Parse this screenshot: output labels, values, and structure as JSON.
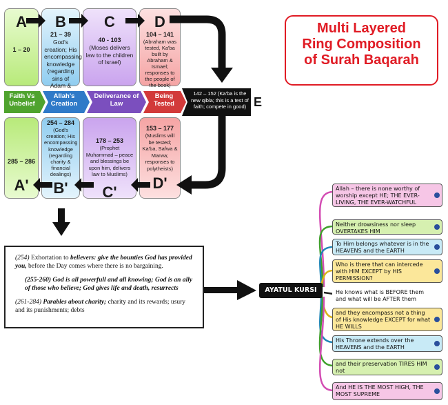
{
  "title": {
    "line1": "Multi Layered",
    "line2": "Ring Composition",
    "line3": "of Surah Baqarah"
  },
  "top": [
    {
      "letter": "A",
      "num": "1 – 20",
      "text": ""
    },
    {
      "letter": "B",
      "num": "21 – 39",
      "text": "God's creation; His encompassing knowledge (regarding sins of Adam & Eve)"
    },
    {
      "letter": "C",
      "num": "40 - 103",
      "text": "(Moses delivers law to the children of Israel)"
    },
    {
      "letter": "D",
      "num": "104 – 141",
      "text": "(Abraham was tested, Ka'ba built by Abraham & Ismael; responses to the people of the book)"
    }
  ],
  "band": [
    {
      "label": "Faith Vs Unbelief"
    },
    {
      "label": "Allah's Creation"
    },
    {
      "label": "Deliverance of Law"
    },
    {
      "label": "Being Tested"
    }
  ],
  "center": {
    "text": "142 – 152 (Ka'ba is the new qibla; this is a test of faith; compete in good)",
    "letter": "E"
  },
  "bottom": [
    {
      "letter": "A'",
      "num": "285 – 286",
      "text": ""
    },
    {
      "letter": "B'",
      "num": "254 – 284",
      "text": "(God's creation; His encompassing knowledge (regarding charity & financial dealings)"
    },
    {
      "letter": "C'",
      "num": "178 – 253",
      "text": "(Prophet Muhammad – peace and blessings be upon him, delivers law to Muslims)"
    },
    {
      "letter": "D'",
      "num": "153 – 177",
      "text": "(Muslims will be tested; Ka'ba, Safwa & Marwa; responses to polytheists)"
    }
  ],
  "explain": {
    "p1_num": "(254)",
    "p1_a": " Exhortation to ",
    "p1_b": "believers: give the bounties God has provided you,",
    "p1_c": " before the Day comes where there is no bargaining.",
    "p2": "(255-260) God is all powerfull and all knowing; God is an ally of those who believe; God gives life and death, resurrects",
    "p3_num": "(261-284)",
    "p3_b": " Parables about charity;",
    "p3_c": " charity and its rewards; usury and its punishments; debts"
  },
  "ayatul": "AYATUL KURSI",
  "verses": [
    {
      "text": "Allah – there is none worthy of worship except HE; THE EVER-LIVING, THE EVER-WATCHFUL",
      "bg": "#f6c6e6"
    },
    {
      "text": "Neither drowsiness nor sleep OVERTAKES HIM",
      "bg": "#d6f0b0"
    },
    {
      "text": "To Him belongs whatever is in the HEAVENS and the EARTH",
      "bg": "#c8eaf6"
    },
    {
      "text": "Who is there that can intercede with HIM EXCEPT by HIS PERMISSION?",
      "bg": "#fbe79a"
    },
    {
      "text": "He knows what is BEFORE them and what will be AFTER them",
      "bg": "#ffffff"
    },
    {
      "text": "and they encompass not a thing of His knowledge EXCEPT for what HE WILLS",
      "bg": "#fbe79a"
    },
    {
      "text": "His Throne extends over the HEAVENS and the EARTH",
      "bg": "#c8eaf6"
    },
    {
      "text": "and their preservation TIRES HIM not",
      "bg": "#d6f0b0"
    },
    {
      "text": "And HE IS THE MOST HIGH, THE MOST SUPREME",
      "bg": "#f6c6e6"
    }
  ],
  "colors": {
    "green": "#c9f29a",
    "blue": "#9fd6f3",
    "purple": "#d7b7f0",
    "pink": "#f9b4b4",
    "band_green": "#4fa32e",
    "band_blue": "#2f7ac8",
    "band_purple": "#7b4fbe",
    "band_red": "#d23a3a",
    "title_red": "#e01b24"
  }
}
